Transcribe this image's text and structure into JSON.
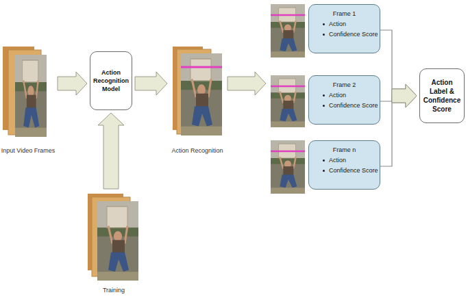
{
  "diagram": {
    "nodes": [
      {
        "text": [
          "Input Video Frames"
        ]
      },
      {
        "text": [
          "Action Recognition Model"
        ]
      },
      {
        "text": [
          "Action Recognition"
        ]
      },
      {
        "text": [
          "Frame 1",
          "Action",
          "Confidence Score"
        ]
      },
      {
        "text": [
          "Frame 2",
          "Action",
          "Confidence Score"
        ]
      },
      {
        "text": [
          "Frame n",
          "Action",
          "Confidence Score"
        ]
      },
      {
        "text": [
          "Action Label & Confidence Score"
        ]
      },
      {
        "text": [
          "Training"
        ]
      }
    ],
    "edges": [
      {
        "from": 0,
        "to": 1,
        "arrow": "to"
      },
      {
        "from": 7,
        "to": 1,
        "arrow": "to"
      },
      {
        "from": 1,
        "to": 2,
        "arrow": "to"
      },
      {
        "from": 2,
        "to": 4,
        "arrow": "to"
      },
      {
        "from": 3,
        "to": 6,
        "arrow": "to"
      },
      {
        "from": 4,
        "to": 6,
        "arrow": "to"
      },
      {
        "from": 5,
        "to": 6,
        "arrow": "to"
      }
    ]
  }
}
